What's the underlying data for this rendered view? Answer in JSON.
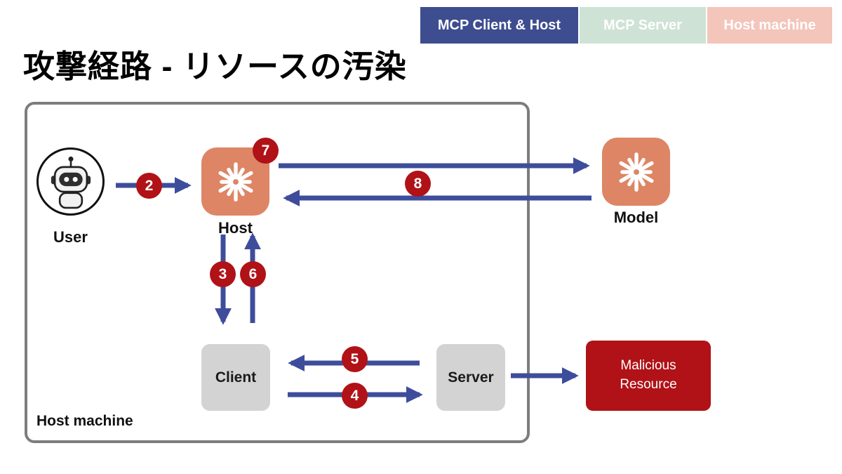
{
  "title": "攻撃経路 - リソースの汚染",
  "legend": {
    "client_host": {
      "label": "MCP Client & Host"
    },
    "server": {
      "label": "MCP Server"
    },
    "host_machine": {
      "label": "Host machine"
    }
  },
  "container": {
    "label": "Host machine"
  },
  "nodes": {
    "user": {
      "label": "User"
    },
    "host": {
      "label": "Host"
    },
    "model": {
      "label": "Model"
    },
    "client": {
      "label": "Client"
    },
    "server": {
      "label": "Server"
    },
    "malicious_resource": {
      "label": "Malicious Resource"
    }
  },
  "steps": {
    "step2": "2",
    "step3": "3",
    "step4": "4",
    "step5": "5",
    "step6": "6",
    "step7": "7",
    "step8": "8"
  },
  "icons": {
    "user": "robot-avatar-icon",
    "host": "starburst-icon",
    "model": "starburst-icon"
  },
  "colors": {
    "arrow-blue": "#3e4d9b",
    "badge-red": "#b01217",
    "node-orange": "#dd8565",
    "node-gray": "#d3d3d3",
    "malicious-red": "#b01217",
    "legend-blue": "#3d4d8f",
    "legend-mint": "#cfe2d6",
    "legend-pink": "#f4c5ba",
    "container-border": "#7d7d7d"
  }
}
